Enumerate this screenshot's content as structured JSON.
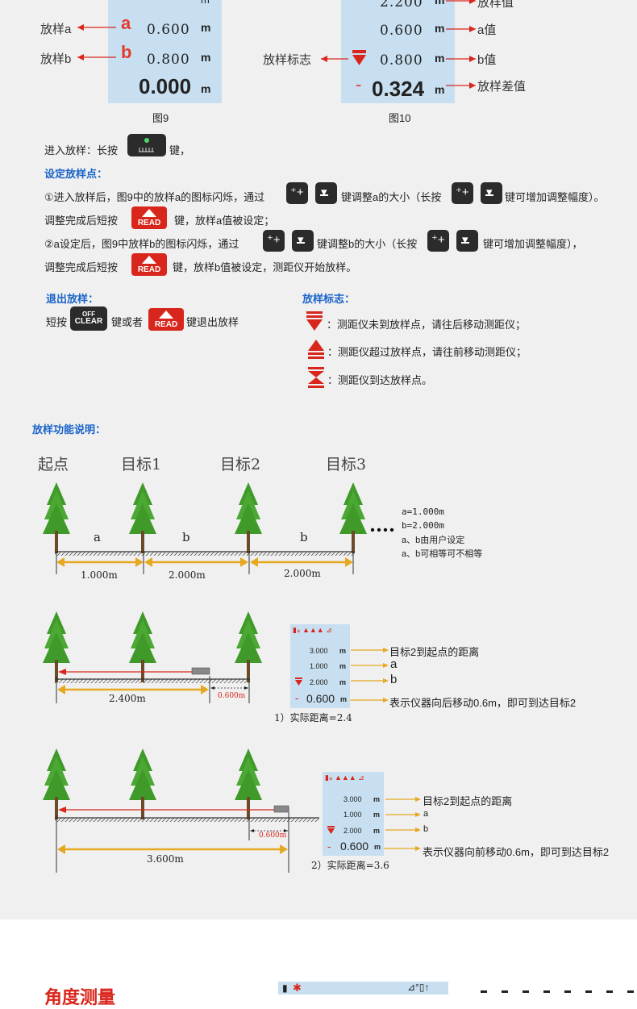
{
  "fig9": {
    "caption": "图9",
    "label_a": "放样a",
    "label_b": "放样b",
    "icon_a": "a",
    "icon_b": "b",
    "row_a": "0.600",
    "row_b": "0.800",
    "main": "0.000",
    "unit": "m"
  },
  "fig10": {
    "caption": "图10",
    "row_top": "2.200",
    "row_a": "0.600",
    "row_b": "0.800",
    "main_sign": "-",
    "main": "0.324",
    "unit": "m",
    "ann_top": "放样值",
    "ann_a": "a值",
    "ann_b": "b值",
    "ann_main": "放样差值",
    "ann_flag": "放样标志"
  },
  "enter": {
    "prefix": "进入放样：长按",
    "suffix": "键，"
  },
  "set_point": {
    "heading": "设定放样点：",
    "l1_a": "①进入放样后，图9中的放样a的图标闪烁，通过",
    "l1_b": "键调整a的大小（长按",
    "l1_c": "键可增加调整幅度）。",
    "l2_a": "调整完成后短按",
    "l2_b": "键，放样a值被设定；",
    "l3_a": "②a设定后，图9中放样b的图标闪烁，通过",
    "l3_b": "键调整b的大小（长按",
    "l3_c": "键可增加调整幅度），",
    "l4_a": "调整完成后短按",
    "l4_b": "键，放样b值被设定，测距仪开始放样。"
  },
  "exit": {
    "heading": "退出放样：",
    "a": "短按",
    "b": "键或者",
    "c": "键退出放样"
  },
  "flags": {
    "heading": "放样标志：",
    "f1": "：测距仪未到放样点，请往后移动测距仪；",
    "f2": "：测距仪超过放样点，请往前移动测距仪；",
    "f3": "：测距仪到达放样点。"
  },
  "keys": {
    "read": "READ",
    "off": "OFF",
    "clear": "CLEAR"
  },
  "func": {
    "heading": "放样功能说明：",
    "start": "起点",
    "t1": "目标1",
    "t2": "目标2",
    "t3": "目标3",
    "seg_a": "a",
    "seg_b1": "b",
    "seg_b2": "b",
    "dist1": "1.000m",
    "dist2": "2.000m",
    "dist3": "2.000m",
    "note1": "a=1.000m",
    "note2": "b=2.000m",
    "note3": "a、b由用户设定",
    "note4": "a、b可相等可不相等"
  },
  "case1": {
    "dist_main": "2.400m",
    "dist_off": "0.600m",
    "caption": "1）实际距离=2.4",
    "r1": "3.000",
    "r2": "1.000",
    "r3": "2.000",
    "r4": "0.600",
    "unit": "m",
    "sign": "-",
    "ann1": "目标2到起点的距离",
    "ann2": "a",
    "ann3": "b",
    "ann4": "表示仪器向后移动0.6m，即可到达目标2"
  },
  "case2": {
    "dist_main": "3.600m",
    "dist_off": "0.600m",
    "caption": "2）实际距离=3.6",
    "r1": "3.000",
    "r2": "1.000",
    "r3": "2.000",
    "r4": "0.600",
    "unit": "m",
    "sign": "-",
    "ann1": "目标2到起点的距离",
    "ann2": "a",
    "ann3": "b",
    "ann4": "表示仪器向前移动0.6m，即可到达目标2"
  },
  "next": {
    "title": "角度测量"
  }
}
